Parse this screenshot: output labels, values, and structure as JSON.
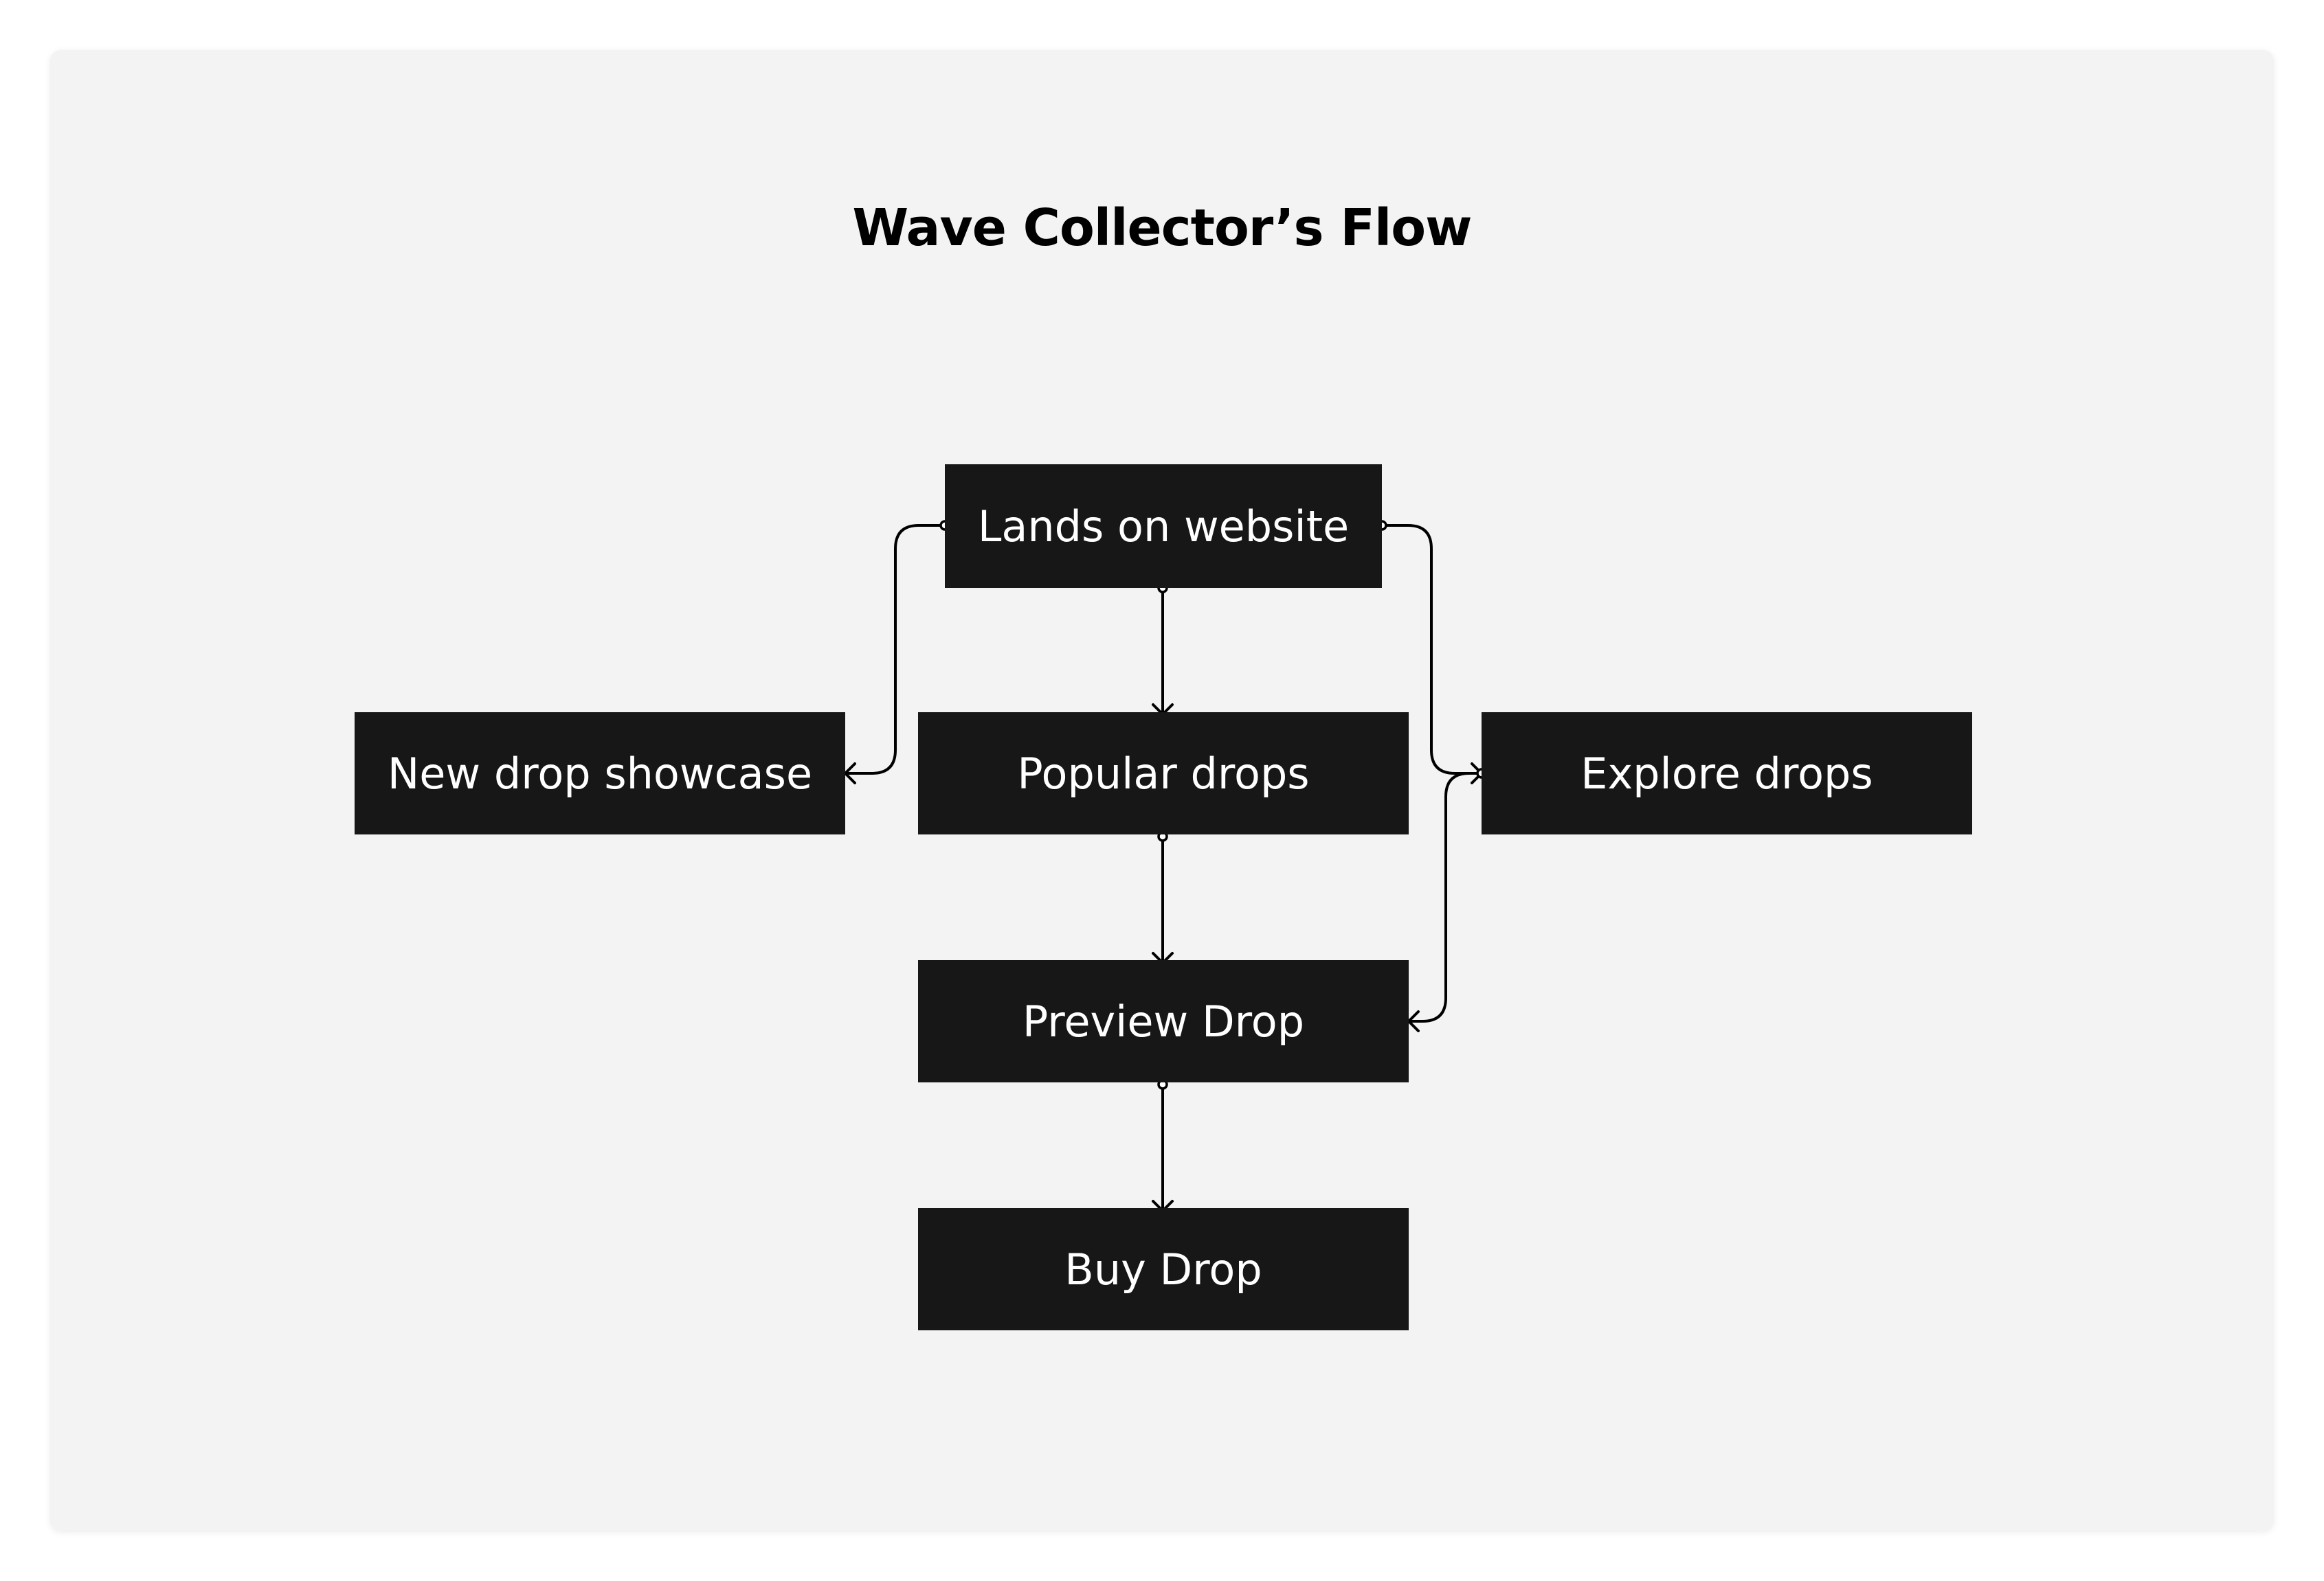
{
  "title": "Wave Collector’s Flow",
  "nodes": {
    "lands": "Lands on website",
    "new_drop": "New drop showcase",
    "popular": "Popular drops",
    "explore": "Explore drops",
    "preview": "Preview Drop",
    "buy": "Buy Drop"
  },
  "edges": [
    {
      "from": "Lands on website",
      "to": "New drop showcase"
    },
    {
      "from": "Lands on website",
      "to": "Popular drops"
    },
    {
      "from": "Lands on website",
      "to": "Explore drops"
    },
    {
      "from": "Popular drops",
      "to": "Preview Drop"
    },
    {
      "from": "Explore drops",
      "to": "Preview Drop"
    },
    {
      "from": "Preview Drop",
      "to": "Buy Drop"
    }
  ],
  "colors": {
    "background": "#f3f3f3",
    "node_fill": "#171717",
    "node_text": "#ffffff",
    "connector": "#000000"
  }
}
